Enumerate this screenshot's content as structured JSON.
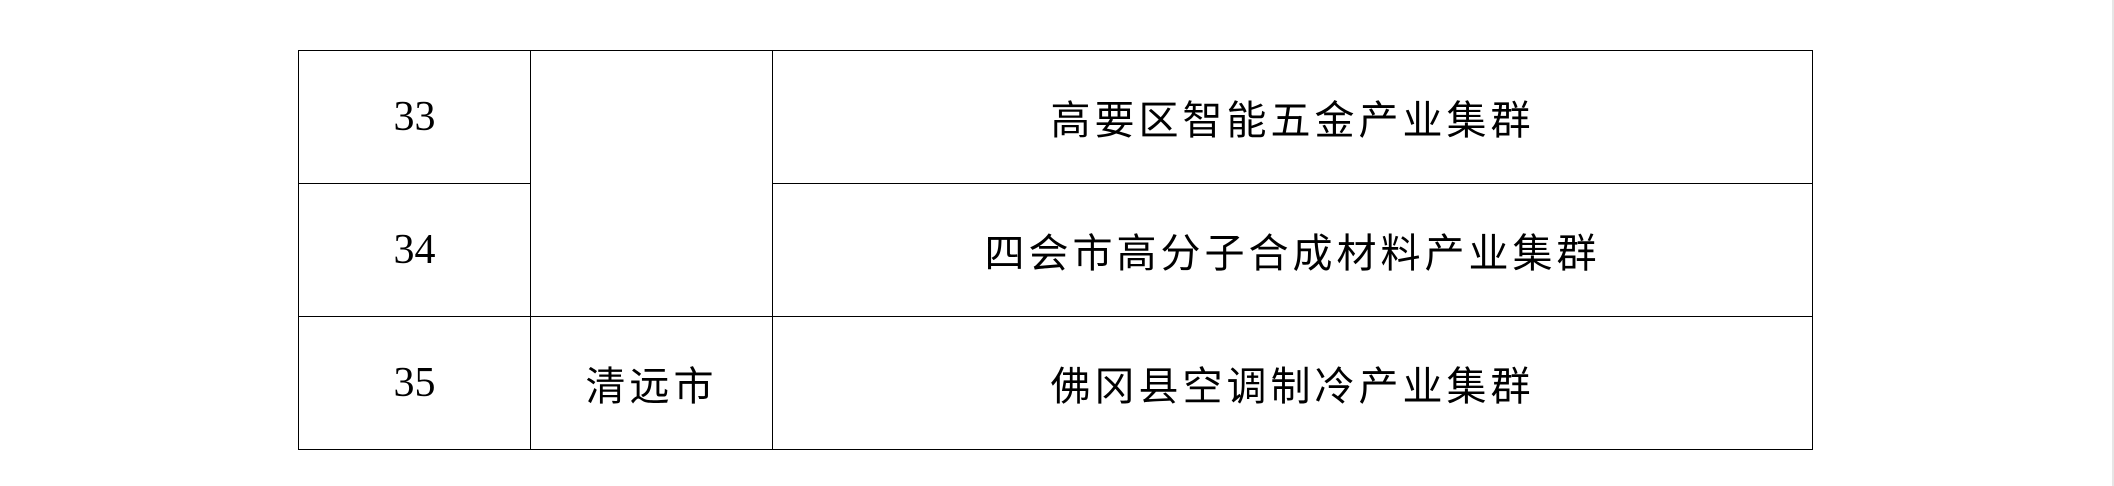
{
  "table": {
    "rows": [
      {
        "index": "33",
        "city": "",
        "cluster": "高要区智能五金产业集群"
      },
      {
        "index": "34",
        "cluster": "四会市高分子合成材料产业集群"
      },
      {
        "index": "35",
        "city": "清远市",
        "cluster": "佛冈县空调制冷产业集群"
      }
    ]
  }
}
